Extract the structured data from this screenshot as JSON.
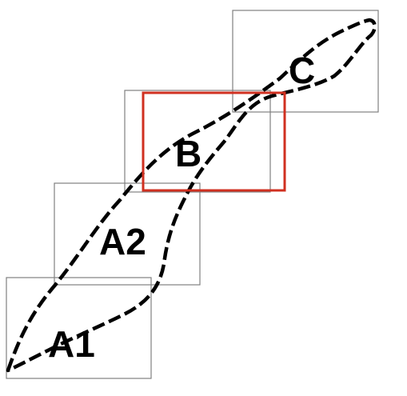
{
  "labels": {
    "a1": "A1",
    "a2": "A2",
    "b": "B",
    "c": "C"
  },
  "colors": {
    "tile_border": "#808080",
    "highlight_border": "#d03020",
    "outline": "#000000",
    "background": "#ffffff"
  }
}
